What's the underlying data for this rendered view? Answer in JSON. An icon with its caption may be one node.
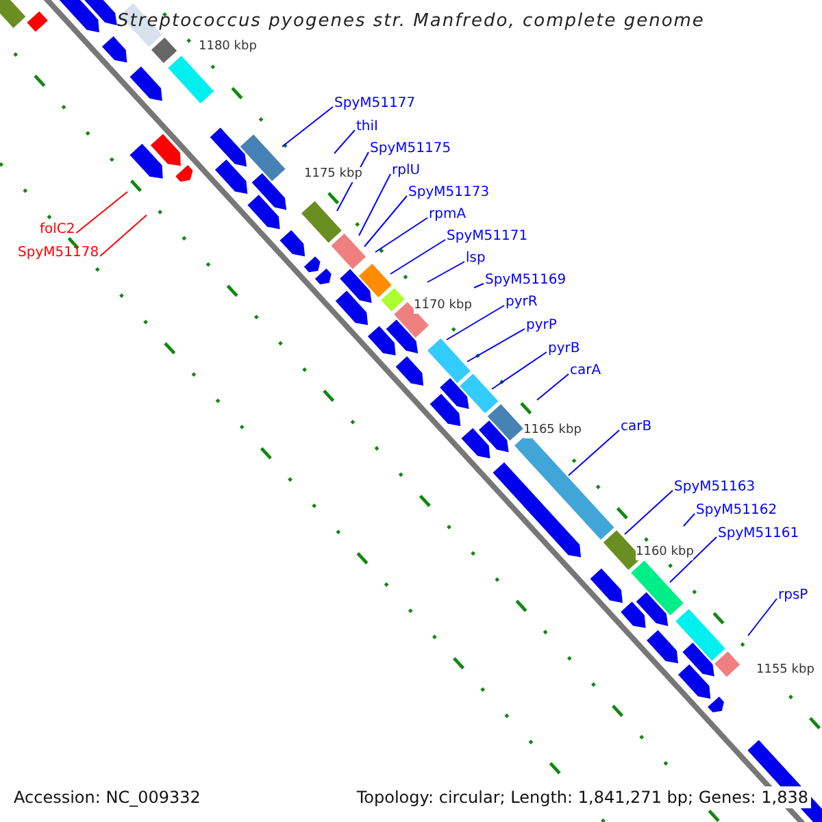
{
  "diagram": {
    "title": "Streptococcus pyogenes str. Manfredo, complete genome",
    "nodes": [
      {
        "text": [
          "SpyM51177"
        ]
      },
      {
        "text": [
          "thiI"
        ]
      },
      {
        "text": [
          "SpyM51175"
        ]
      },
      {
        "text": [
          "rplU"
        ]
      },
      {
        "text": [
          "SpyM51173"
        ]
      },
      {
        "text": [
          "rpmA"
        ]
      },
      {
        "text": [
          "folC2"
        ]
      },
      {
        "text": [
          "SpyM51171"
        ]
      },
      {
        "text": [
          "SpyM51178"
        ]
      },
      {
        "text": [
          "lsp"
        ]
      },
      {
        "text": [
          "SpyM51169"
        ]
      },
      {
        "text": [
          "pyrR"
        ]
      },
      {
        "text": [
          "pyrP"
        ]
      },
      {
        "text": [
          "pyrB"
        ]
      },
      {
        "text": [
          "carA"
        ]
      },
      {
        "text": [
          "carB"
        ]
      },
      {
        "text": [
          "SpyM51163"
        ]
      },
      {
        "text": [
          "SpyM51162"
        ]
      },
      {
        "text": [
          "SpyM51161"
        ]
      },
      {
        "text": [
          "rpsP"
        ]
      }
    ],
    "edges": [
      {
        "from": 0,
        "to": null,
        "arrow": "none"
      },
      {
        "from": 1,
        "to": null,
        "arrow": "none"
      },
      {
        "from": 2,
        "to": null,
        "arrow": "none"
      },
      {
        "from": 3,
        "to": null,
        "arrow": "none"
      },
      {
        "from": 4,
        "to": null,
        "arrow": "none"
      },
      {
        "from": 5,
        "to": null,
        "arrow": "none"
      },
      {
        "from": 6,
        "to": null,
        "arrow": "none",
        "color": "#ff0000"
      },
      {
        "from": 7,
        "to": null,
        "arrow": "none"
      },
      {
        "from": 8,
        "to": null,
        "arrow": "none",
        "color": "#ff0000"
      },
      {
        "from": 9,
        "to": null,
        "arrow": "none"
      },
      {
        "from": 10,
        "to": null,
        "arrow": "none"
      },
      {
        "from": 11,
        "to": null,
        "arrow": "none"
      },
      {
        "from": 12,
        "to": null,
        "arrow": "none"
      },
      {
        "from": 13,
        "to": null,
        "arrow": "none"
      },
      {
        "from": 14,
        "to": null,
        "arrow": "none"
      },
      {
        "from": 15,
        "to": null,
        "arrow": "none"
      },
      {
        "from": 16,
        "to": null,
        "arrow": "none"
      },
      {
        "from": 17,
        "to": null,
        "arrow": "none"
      },
      {
        "from": 18,
        "to": null,
        "arrow": "none"
      },
      {
        "from": 19,
        "to": null,
        "arrow": "none"
      }
    ],
    "labels": [
      "1180 kbp",
      "1175 kbp",
      "1170 kbp",
      "1165 kbp",
      "1160 kbp",
      "1155 kbp",
      "Accession: NC_009332",
      "Topology: circular; Length: 1,841,271 bp; Genes: 1,838"
    ]
  }
}
